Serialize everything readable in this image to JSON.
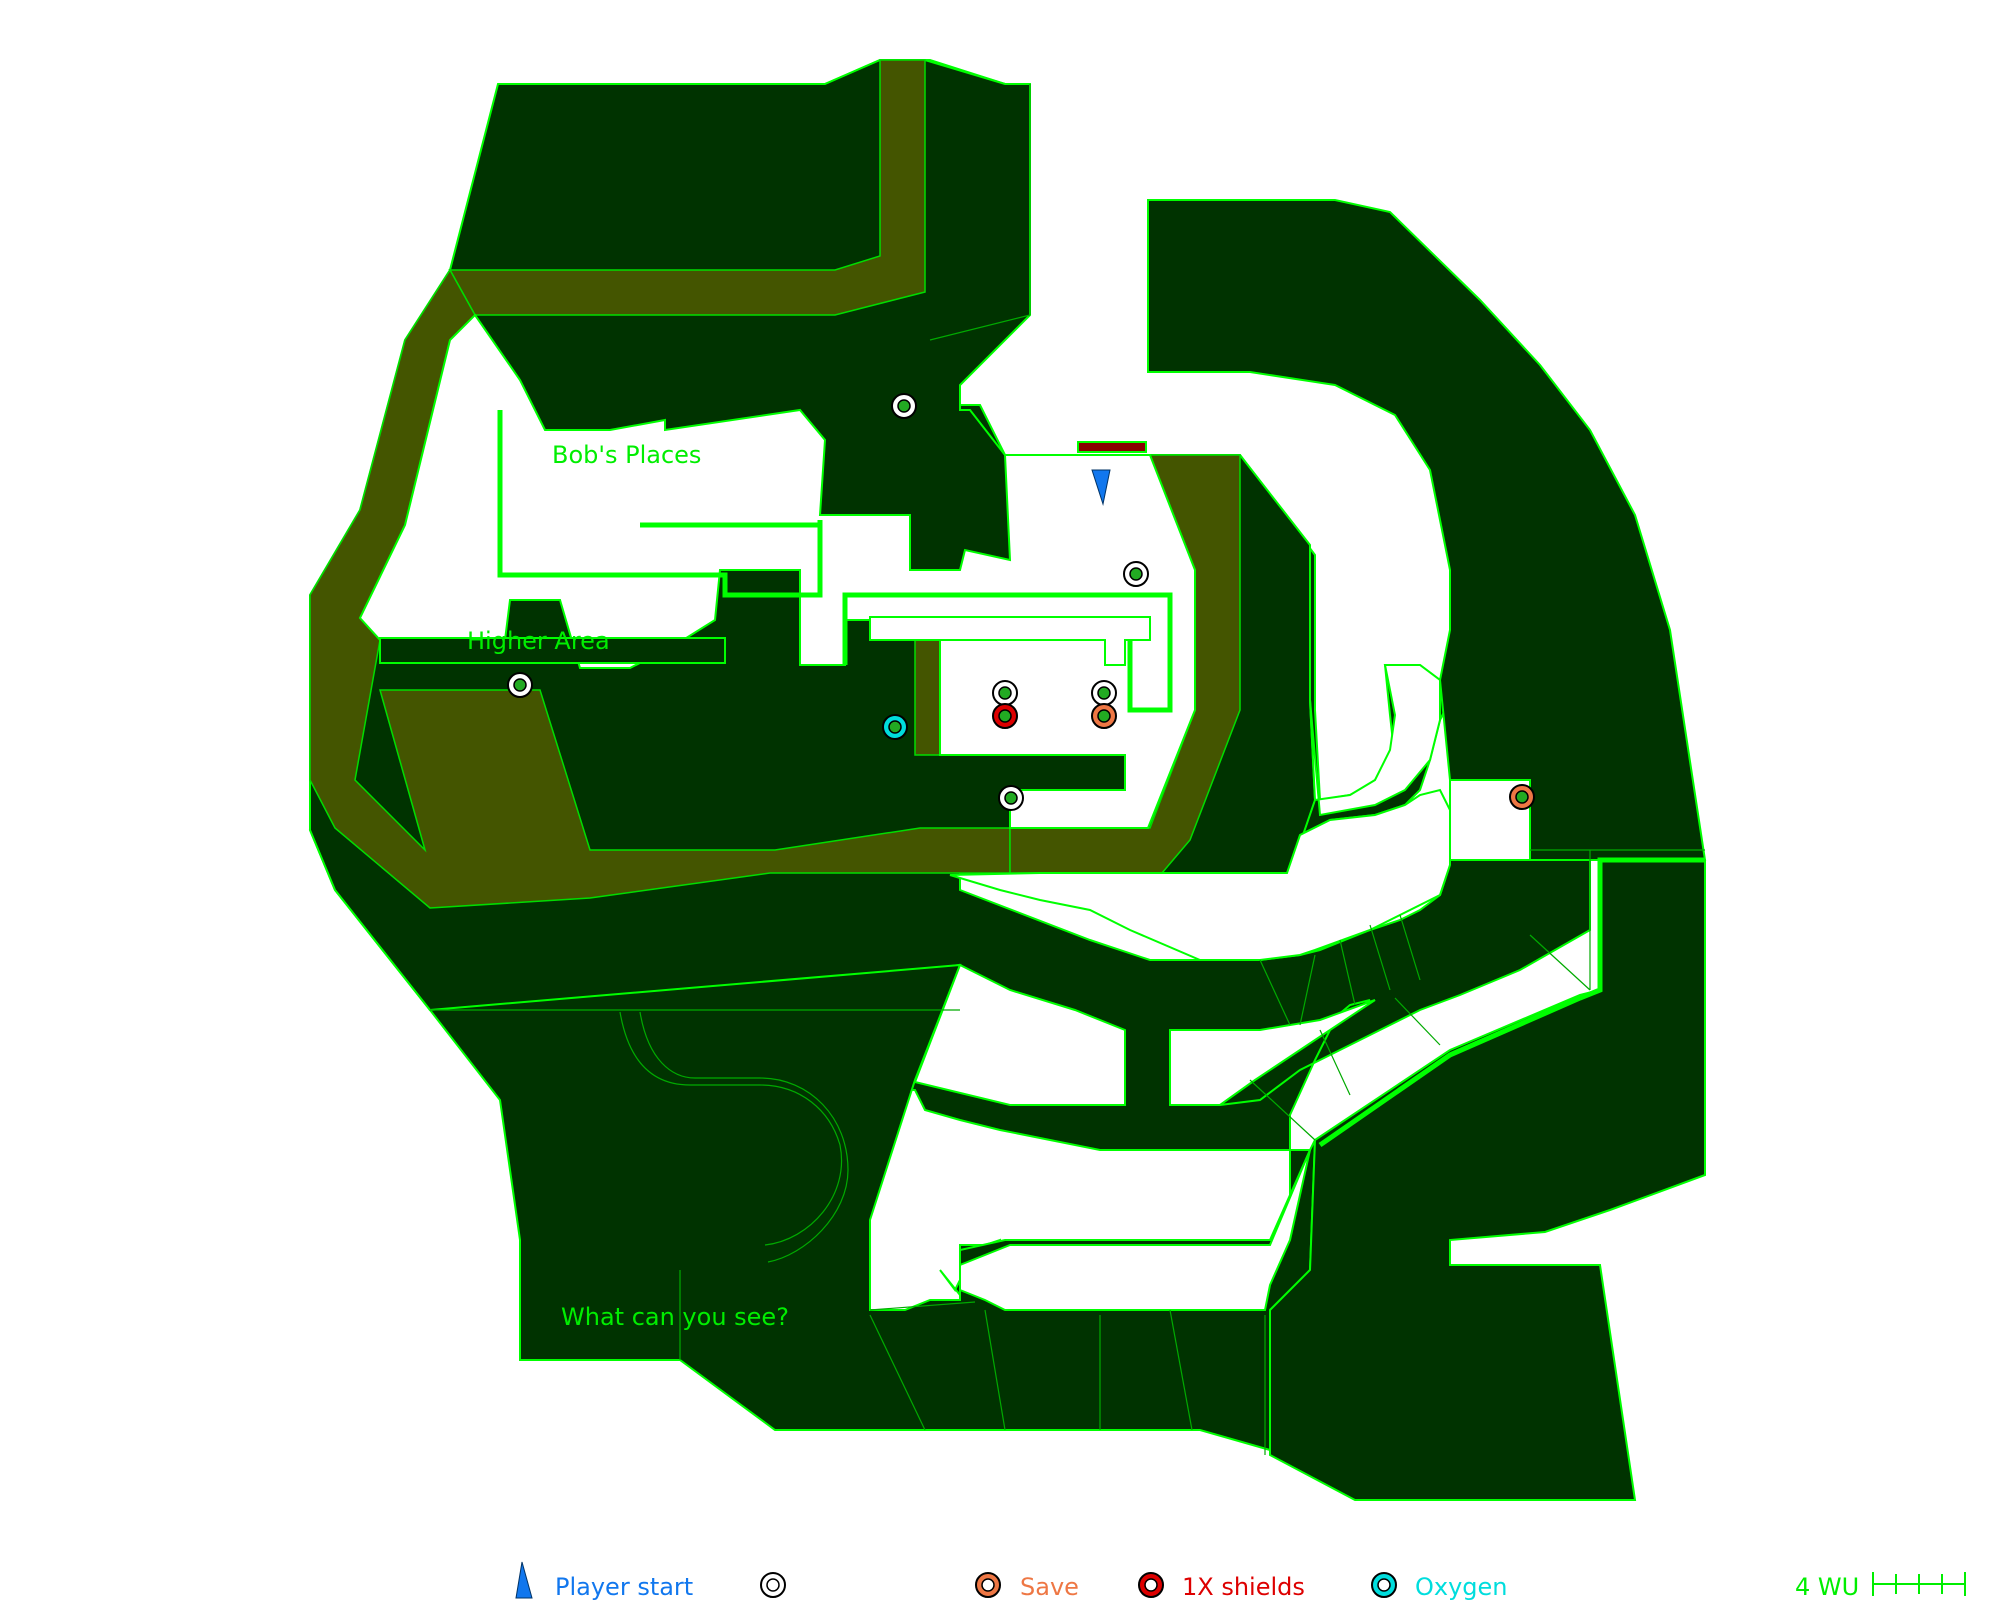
{
  "map": {
    "labels": {
      "bobs_places": "Bob's Places",
      "higher_area": "Higher Area",
      "what_can_you_see": "What can you see?"
    }
  },
  "legend": {
    "player_start": "Player start",
    "generic": "",
    "save": "Save",
    "shields": "1X shields",
    "oxygen": "Oxygen",
    "scale": "4 WU"
  },
  "colors": {
    "floor": "#003300",
    "edge": "#00ff00",
    "raised": "#445500",
    "player_start": "#1177ee",
    "save": "#ee7744",
    "shields": "#dd0000",
    "oxygen": "#00dddd",
    "generic": "#ffffff"
  }
}
